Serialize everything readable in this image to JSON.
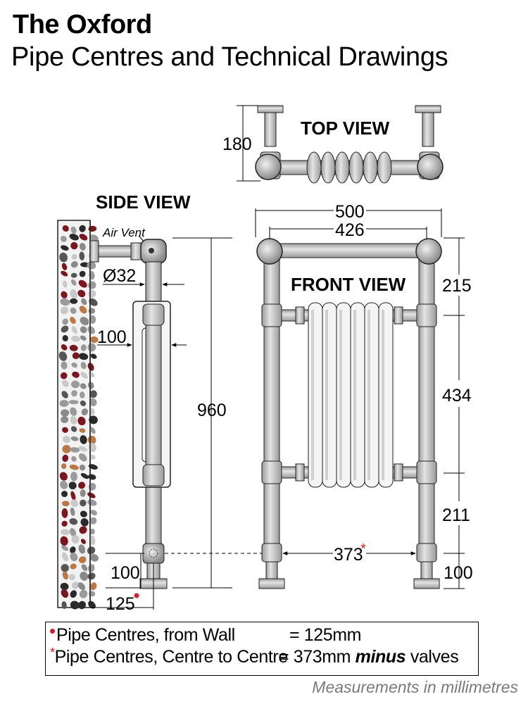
{
  "header": {
    "title": "The Oxford",
    "subtitle": "Pipe Centres and Technical Drawings"
  },
  "views": {
    "top": "TOP VIEW",
    "side": "SIDE VIEW",
    "front": "FRONT VIEW",
    "air_vent": "Air Vent"
  },
  "dimensions": {
    "top_depth": "180",
    "overall_width": "500",
    "rail_width": "426",
    "diameter": "Ø32",
    "side_depth": "100",
    "height": "960",
    "upper_section": "215",
    "radiator_section": "434",
    "lower_section": "211",
    "valve_height_right": "100",
    "valve_height_left": "100",
    "pipe_centres": "373",
    "wall_offset": "125"
  },
  "legend": {
    "row1_label": "Pipe Centres, from Wall",
    "row1_value": "= 125mm",
    "row2_label": "Pipe Centres, Centre to Centre",
    "row2_value": "= 373mm",
    "row2_bold": "minus",
    "row2_suffix": "valves",
    "marker": "*"
  },
  "footer": "Measurements in millimetres",
  "colors": {
    "chrome": "#c8c8c8",
    "chrome_dark": "#8e8e8e",
    "outline": "#111111",
    "accent_red": "#d4202a",
    "wall_brown": "#b97845",
    "wall_dark_red": "#7a1620"
  }
}
